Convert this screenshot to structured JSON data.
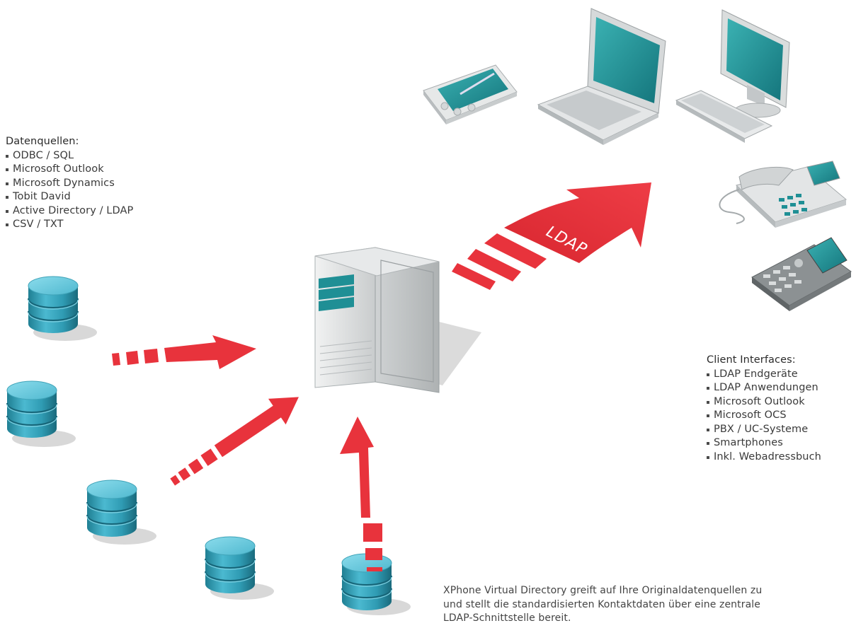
{
  "sources": {
    "heading": "Datenquellen:",
    "items": [
      "ODBC / SQL",
      "Microsoft Outlook",
      "Microsoft Dynamics",
      "Tobit David",
      "Active Directory / LDAP",
      "CSV / TXT"
    ]
  },
  "clients": {
    "heading": "Client Interfaces:",
    "items": [
      "LDAP Endgeräte",
      "LDAP Anwendungen",
      "Microsoft Outlook",
      "Microsoft OCS",
      "PBX / UC-Systeme",
      "Smartphones",
      "Inkl. Webadressbuch"
    ]
  },
  "arrow_label": "LDAP",
  "caption": {
    "line1": "XPhone Virtual Directory greift auf Ihre Originaldatenquellen zu",
    "line2": "und stellt die standardisierten Kontaktdaten über eine zentrale",
    "line3": "LDAP-Schnittstelle bereit."
  },
  "colors": {
    "arrow": "#e8333c",
    "database": "#3aa7bf",
    "server": "#d9dcdd",
    "screen": "#1f8f95"
  },
  "icons": [
    "database-icon",
    "server-icon",
    "pda-icon",
    "laptop-icon",
    "desktop-icon",
    "desk-phone-icon",
    "mobile-phone-icon"
  ]
}
